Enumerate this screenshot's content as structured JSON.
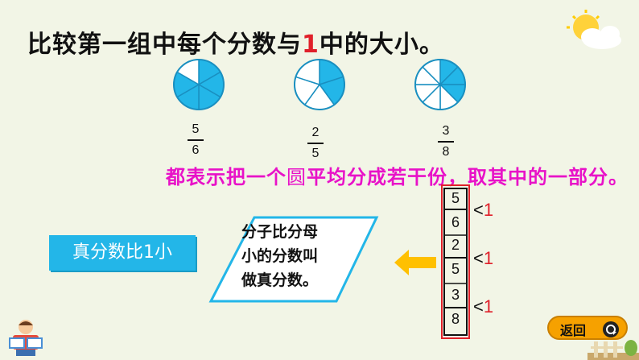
{
  "title": {
    "prefix": "比较第一组中每个分数与",
    "number": "1",
    "suffix": "中的大小。"
  },
  "fractions": [
    {
      "numerator": "5",
      "denominator": "6",
      "shaded": 5,
      "parts": 6
    },
    {
      "numerator": "2",
      "denominator": "5",
      "shaded": 2,
      "parts": 5
    },
    {
      "numerator": "3",
      "denominator": "8",
      "shaded": 3,
      "parts": 8
    }
  ],
  "statement": {
    "part1": "都表示把一个",
    "part2": "圆",
    "part3": "平均分成若干份，取其中的一部分。"
  },
  "proper_fraction_label": "真分数比1小",
  "definition": [
    "分子比分母",
    "小的分数叫",
    "做真分数。"
  ],
  "comparisons": [
    {
      "numerator": "5",
      "denominator": "6",
      "symbol": "<",
      "value": "1"
    },
    {
      "numerator": "2",
      "denominator": "5",
      "symbol": "<",
      "value": "1"
    },
    {
      "numerator": "3",
      "denominator": "8",
      "symbol": "<",
      "value": "1"
    }
  ],
  "back_button": {
    "label": "返回",
    "icon": "back-circle-icon"
  },
  "colors": {
    "shade": "#23b6e8",
    "accent_red": "#e0202a",
    "magenta": "#e812c8",
    "button": "#f6a100"
  }
}
